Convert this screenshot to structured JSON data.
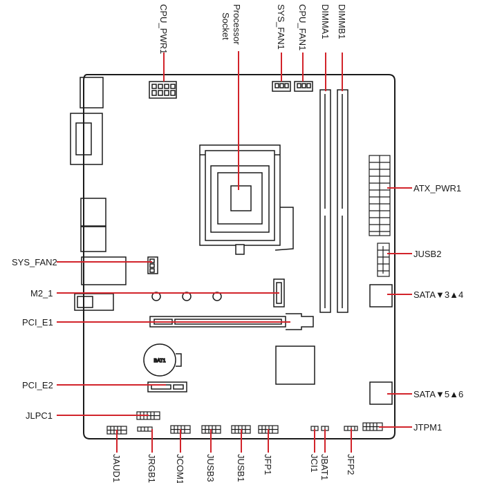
{
  "diagram": {
    "accent_color": "#d2232a",
    "outline_color": "#1a1a1a",
    "labels": {
      "cpu_pwr": "CPU_PWR1",
      "processor_line1": "Processor",
      "processor_line2": "Socket",
      "sys_fan1": "SYS_FAN1",
      "cpu_fan": "CPU_FAN1",
      "dimma": "DIMMA1",
      "dimmb": "DIMMB1",
      "atx_pwr": "ATX_PWR1",
      "jusb2": "JUSB2",
      "sata34": "SATA▼3▲4",
      "sata56": "SATA▼5▲6",
      "jtpm": "JTPM1",
      "sys_fan2": "SYS_FAN2",
      "m2": "M2_1",
      "pcie1": "PCI_E1",
      "pcie2": "PCI_E2",
      "jlpc": "JLPC1",
      "jaud": "JAUD1",
      "jrgb": "JRGB1",
      "jcom": "JCOM1",
      "jusb3": "JUSB3",
      "jusb1": "JUSB1",
      "jfp1": "JFP1",
      "jci": "JCI1",
      "jbat": "JBAT1",
      "jfp2": "JFP2"
    },
    "battery_label": "BAT1"
  }
}
